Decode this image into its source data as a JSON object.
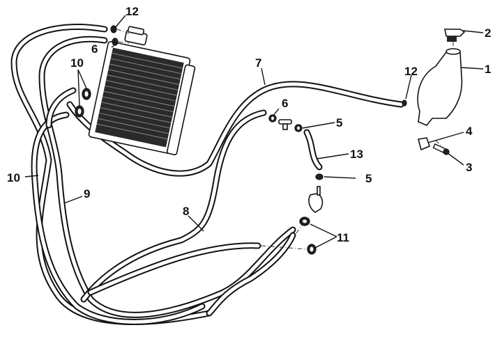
{
  "diagram": {
    "title": "",
    "type": "exploded-parts-diagram",
    "subject": "radiator coolant system",
    "callouts": [
      {
        "id": "c1",
        "number": "1",
        "part": "expansion-tank"
      },
      {
        "id": "c2",
        "number": "2",
        "part": "tank-cap"
      },
      {
        "id": "c3",
        "number": "3",
        "part": "bolt"
      },
      {
        "id": "c4",
        "number": "4",
        "part": "bracket"
      },
      {
        "id": "c5a",
        "number": "5",
        "part": "hose-clamp"
      },
      {
        "id": "c5b",
        "number": "5",
        "part": "hose-clamp"
      },
      {
        "id": "c6a",
        "number": "6",
        "part": "hose-clamp"
      },
      {
        "id": "c6b",
        "number": "6",
        "part": "hose-clamp"
      },
      {
        "id": "c7",
        "number": "7",
        "part": "overflow-hose"
      },
      {
        "id": "c8",
        "number": "8",
        "part": "hose"
      },
      {
        "id": "c9",
        "number": "9",
        "part": "hose"
      },
      {
        "id": "c10a",
        "number": "10",
        "part": "hose-clamps"
      },
      {
        "id": "c10b",
        "number": "10",
        "part": "hose-clamps"
      },
      {
        "id": "c11",
        "number": "11",
        "part": "hose"
      },
      {
        "id": "c12a",
        "number": "12",
        "part": "hose-clamp"
      },
      {
        "id": "c12b",
        "number": "12",
        "part": "hose-clamp"
      },
      {
        "id": "c13",
        "number": "13",
        "part": "bypass-hose"
      }
    ]
  }
}
